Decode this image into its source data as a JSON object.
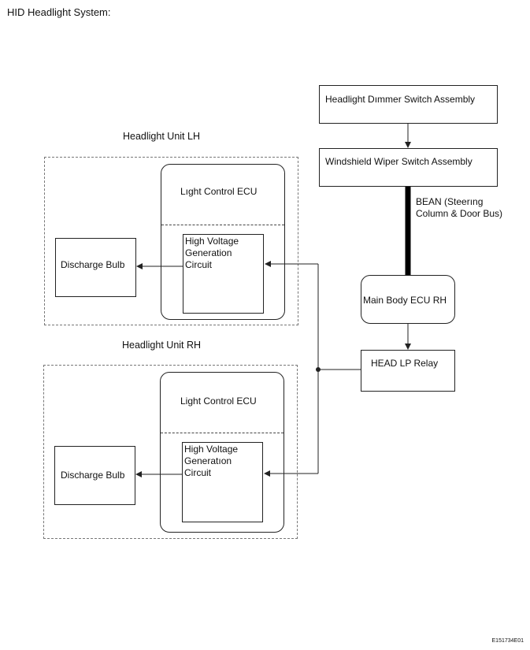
{
  "title": "HID Headlight System:",
  "headlight_dimmer_switch": "Headlight Dımmer Switch Assembly",
  "windshield_wiper_switch": "Windshield Wiper Switch Assembly",
  "bean_label_line1": "BEAN (Steerıng",
  "bean_label_line2": "Column & Door Bus)",
  "main_body_ecu": "Main Body ECU RH",
  "head_lp_relay": "HEAD LP Relay",
  "unit_lh": {
    "title": "Headlight Unit LH",
    "light_control_ecu": "Lıght Control ECU",
    "hv_line1": "High Voltage",
    "hv_line2": "Generation",
    "hv_line3": "Circuit",
    "discharge_bulb": "Discharge Bulb"
  },
  "unit_rh": {
    "title": "Headlight Unit RH",
    "light_control_ecu": "Light Control ECU",
    "hv_line1": "High Voltage",
    "hv_line2": "Generatıon",
    "hv_line3": "Circuit",
    "discharge_bulb": "Discharge Bulb"
  },
  "figure_code": "E151734E01"
}
